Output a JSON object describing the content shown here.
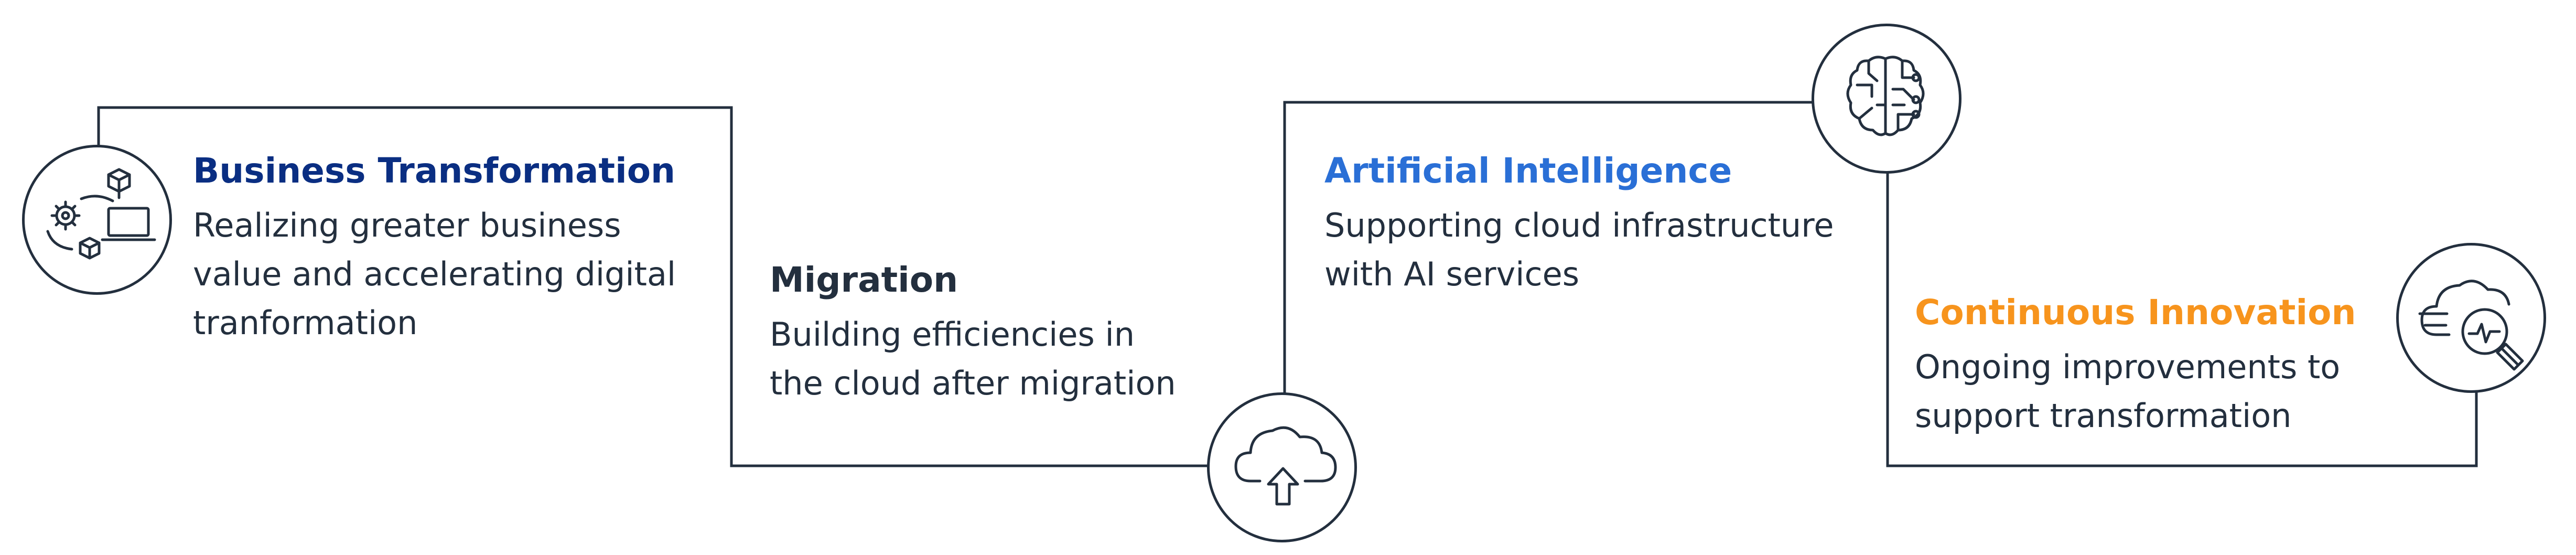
{
  "steps": [
    {
      "title": "Business Transformation",
      "color": "#0a2e82",
      "description": [
        "Realizing greater business",
        "value and accelerating digital",
        "tranformation"
      ],
      "icon": "business-transformation-icon"
    },
    {
      "title": "Migration",
      "color": "#232f3e",
      "description": [
        "Building efficiencies in",
        "the cloud after migration"
      ],
      "icon": "cloud-upload-icon"
    },
    {
      "title": "Artificial Intelligence",
      "color": "#2a6fd6",
      "description": [
        "Supporting cloud infrastructure",
        "with AI services"
      ],
      "icon": "ai-brain-circuit-icon"
    },
    {
      "title": "Continuous Innovation",
      "color": "#f7941d",
      "description": [
        "Ongoing improvements to",
        "support transformation"
      ],
      "icon": "cloud-monitoring-icon"
    }
  ],
  "line_color": "#232f3e"
}
